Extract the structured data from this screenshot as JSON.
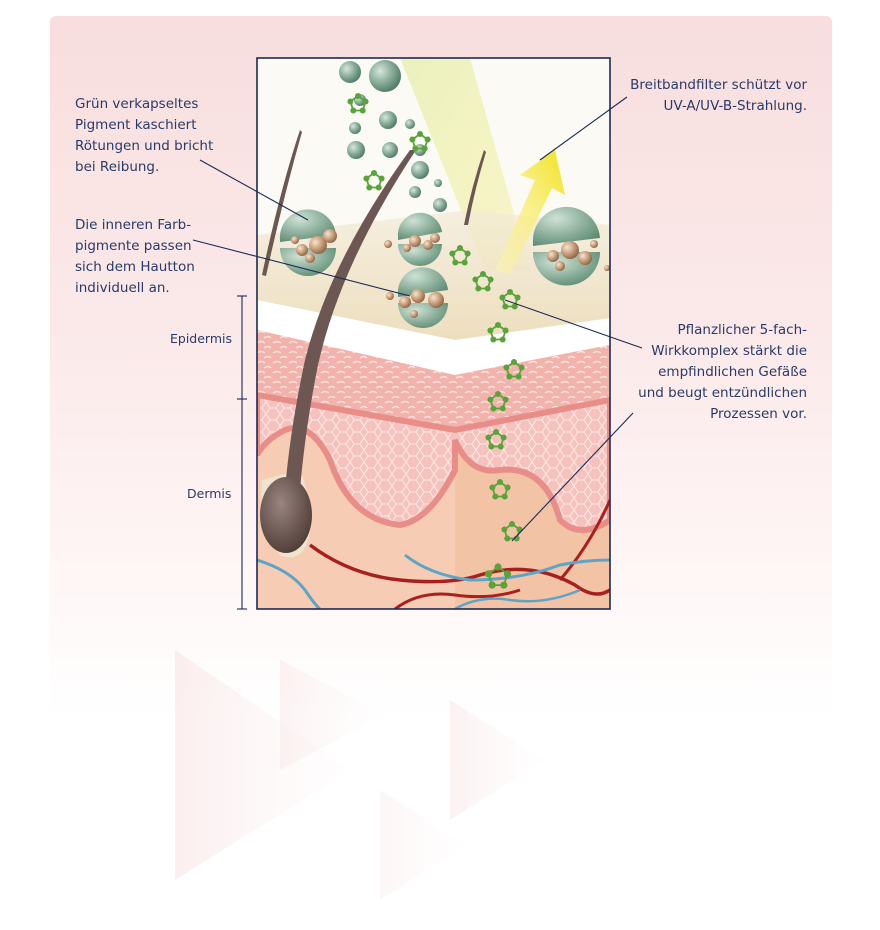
{
  "annotations": {
    "green_pigment": [
      "Grün verkapseltes",
      "Pigment kaschiert",
      "Rötungen und bricht",
      "bei Reibung."
    ],
    "inner_pigments": [
      "Die inneren Farb-",
      "pigmente passen",
      "sich dem Hautton",
      "individuell an."
    ],
    "broadband_filter": [
      "Breitbandfilter schützt vor",
      "UV-A/UV-B-Strahlung."
    ],
    "plant_complex": [
      "Pflanzlicher 5-fach-",
      "Wirkkomplex stärkt die",
      "empfindlichen Gefäße",
      "und beugt entzündlichen",
      "Prozessen vor."
    ]
  },
  "layers": {
    "epidermis": "Epidermis",
    "dermis": "Dermis"
  },
  "colors": {
    "text": "#2a3a66",
    "frame": "#1c2a55",
    "capsule_green": "#7fa58f",
    "pigment_bronze": "#c9a17f",
    "uv_arrow": "#f2e21e",
    "plant_green": "#5aa33a",
    "blood_vessel": "#a8201e",
    "lymph_vessel": "#5fa3c7",
    "skin_pink": "#f0a7a3",
    "hair": "#6c5752"
  }
}
